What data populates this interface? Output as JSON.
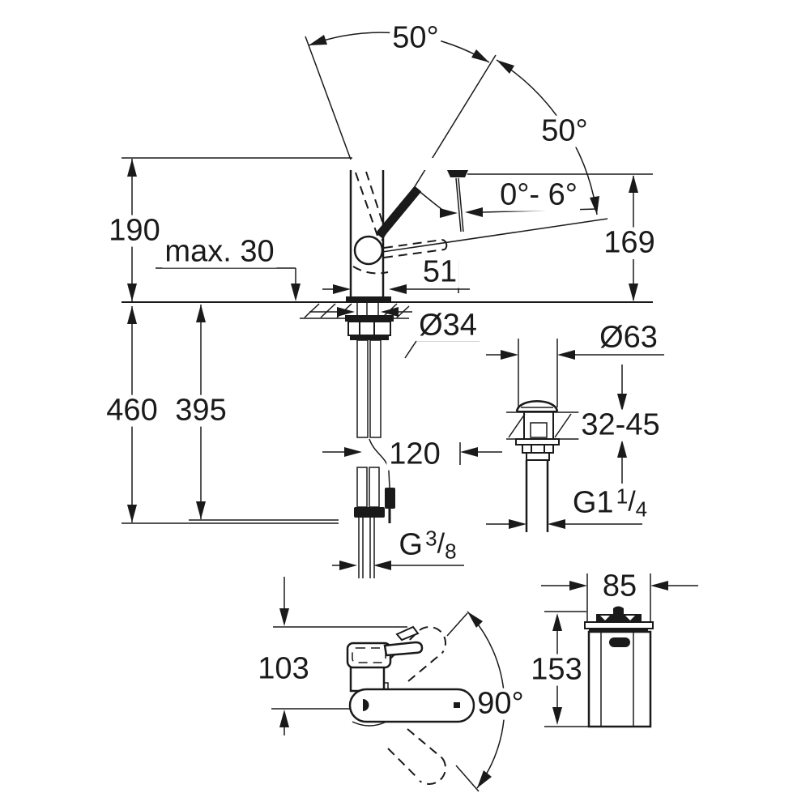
{
  "colors": {
    "ink": "#1a1a1a",
    "paper": "#ffffff"
  },
  "main_view": {
    "lever_swivel_angle": "50°",
    "lever_open_angle": "50°",
    "spray_angle": "0°- 6°",
    "spout_outlet_height": "169",
    "height_to_spout_top": "190",
    "max_mounting_thickness": "max. 30",
    "base_depth": "51",
    "mounting_hole_diameter": "Ø34",
    "overall_length_below_deck": "460",
    "hose_length": "395",
    "hose_projection": "120",
    "supply_thread_prefix": "G",
    "supply_thread_numerator": "3",
    "supply_thread_slash": "/",
    "supply_thread_denominator": "8"
  },
  "waste_view": {
    "flange_diameter": "Ø63",
    "deck_thickness_range": "32-45",
    "waste_thread_prefix": "G1",
    "waste_thread_numerator": "1",
    "waste_thread_slash": "/",
    "waste_thread_denominator": "4"
  },
  "plan_view": {
    "spout_reach": "103",
    "swivel_range": "90°"
  },
  "front_view": {
    "body_width": "85",
    "body_height": "153"
  }
}
